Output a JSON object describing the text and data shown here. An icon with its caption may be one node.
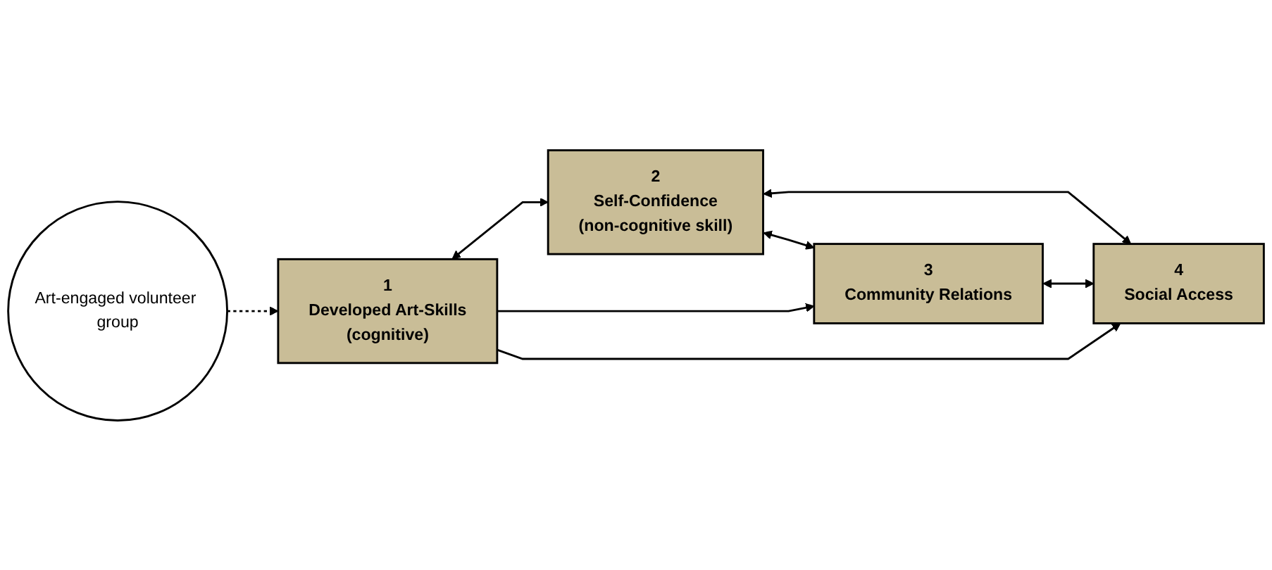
{
  "diagram": {
    "nodes": [
      {
        "text": [
          "Art-engaged volunteer group"
        ]
      },
      {
        "text": [
          "1",
          "Developed Art-Skills",
          "(cognitive)"
        ]
      },
      {
        "text": [
          "2",
          "Self-Confidence",
          "(non-cognitive skill)"
        ]
      },
      {
        "text": [
          "3",
          "Community Relations"
        ]
      },
      {
        "text": [
          "4",
          "Social Access"
        ]
      }
    ],
    "edges": [
      {
        "from": 0,
        "to": 1,
        "arrow": "to",
        "style": "dashed"
      },
      {
        "from": 1,
        "to": 2,
        "arrow": "both"
      },
      {
        "from": 2,
        "to": 3,
        "arrow": "both"
      },
      {
        "from": 1,
        "to": 3,
        "arrow": "to"
      },
      {
        "from": 2,
        "to": 4,
        "arrow": "both"
      },
      {
        "from": 3,
        "to": 4,
        "arrow": "both"
      },
      {
        "from": 1,
        "to": 4,
        "arrow": "to"
      }
    ]
  }
}
